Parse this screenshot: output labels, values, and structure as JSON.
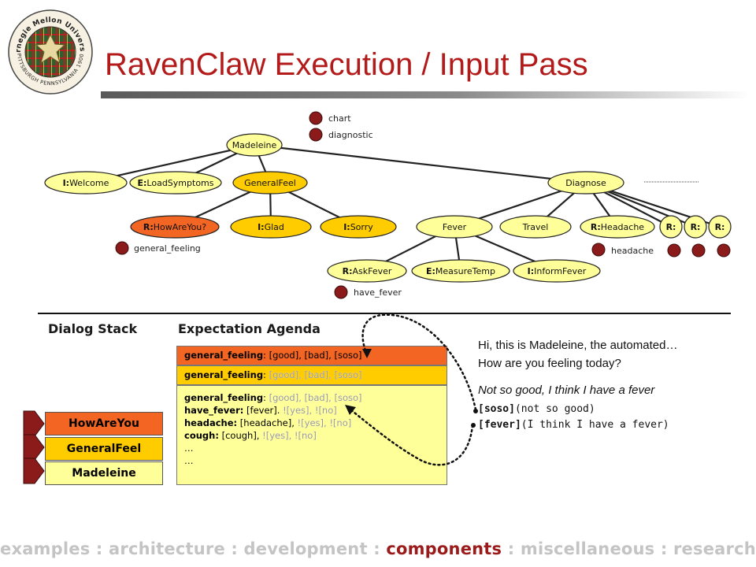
{
  "title": "RavenClaw Execution / Input Pass",
  "logo": {
    "text_top": "Carnegie Mellon University",
    "text_bottom": "PITTSBURGH PENNSYLVANIA 1900"
  },
  "tree": {
    "concepts": {
      "chart": "chart",
      "diagnostic": "diagnostic",
      "general_feeling": "general_feeling",
      "headache": "headache",
      "have_fever": "have_fever"
    },
    "nodes": {
      "madeleine": "Madeleine",
      "welcome_prefix": "I:",
      "welcome": "Welcome",
      "loadsymptoms_prefix": "E:",
      "loadsymptoms": "LoadSymptoms",
      "generalfeel": "GeneralFeel",
      "diagnose": "Diagnose",
      "howareyou_prefix": "R:",
      "howareyou": "HowAreYou?",
      "glad_prefix": "I:",
      "glad": "Glad",
      "sorry_prefix": "I:",
      "sorry": "Sorry",
      "fever": "Fever",
      "travel": "Travel",
      "headache_prefix": "R:",
      "headache": "Headache",
      "r1": "R:",
      "r2": "R:",
      "r3": "R:",
      "askfever_prefix": "R:",
      "askfever": "AskFever",
      "measuretemp_prefix": "E:",
      "measuretemp": "MeasureTemp",
      "informfever_prefix": "I:",
      "informfever": "InformFever"
    }
  },
  "dialog_stack": {
    "header": "Dialog Stack",
    "items": [
      "HowAreYou",
      "GeneralFeel",
      "Madeleine"
    ]
  },
  "agenda": {
    "header": "Expectation Agenda",
    "row1": {
      "concept": "general_feeling",
      "values": ": [good], [bad], [soso]"
    },
    "row2": {
      "concept": "general_feeling",
      "sep": ": ",
      "values": "[good], [bad], [soso]"
    },
    "row3": {
      "l1_concept": "general_feeling",
      "l1_sep": ": ",
      "l1_values": "[good], [bad], [soso]",
      "l2_concept": "have_fever:",
      "l2_values": " [fever]. ",
      "l2_ghost": "![yes], ![no]",
      "l3_concept": "headache:",
      "l3_values": " [headache], ",
      "l3_ghost": "![yes], ![no]",
      "l4_concept": "cough:",
      "l4_values": " [cough], ",
      "l4_ghost": "![yes], ![no]",
      "l5": "…",
      "l6": "…"
    }
  },
  "dialog": {
    "system_line1": "Hi, this is Madeleine, the automated…",
    "system_line2": "How are you feeling today?",
    "user_line": "Not so good, I think I have a fever",
    "parse1_slot": "[soso]",
    "parse1_text": "(not so good)",
    "parse2_slot": "[fever]",
    "parse2_text": "(I think I have a fever)"
  },
  "footer": {
    "items": [
      "examples",
      "architecture",
      "development",
      "components",
      "miscellaneous",
      "research"
    ],
    "separator": " : ",
    "active": "components"
  },
  "colors": {
    "title": "#b31b1b",
    "node_yellow": "#ffff99",
    "node_gold": "#ffcc00",
    "node_orange": "#f26522",
    "concept_dot": "#8b1a1a",
    "agenda_row1": "#f26522",
    "agenda_row2": "#ffcc00",
    "agenda_row3": "#ffff99"
  }
}
